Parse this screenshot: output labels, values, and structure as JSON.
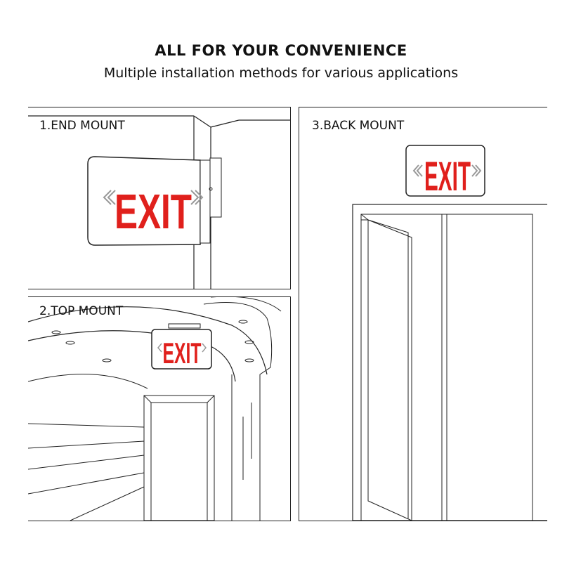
{
  "header": {
    "title": "ALL FOR YOUR CONVENIENCE",
    "subtitle": "Multiple installation methods for various applications"
  },
  "panels": [
    {
      "label": "1.END MOUNT",
      "sign_text": "EXIT"
    },
    {
      "label": "2.TOP MOUNT",
      "sign_text": "EXIT"
    },
    {
      "label": "3.BACK MOUNT",
      "sign_text": "EXIT"
    }
  ],
  "colors": {
    "exit_red": "#e0201c",
    "line": "#222222"
  }
}
